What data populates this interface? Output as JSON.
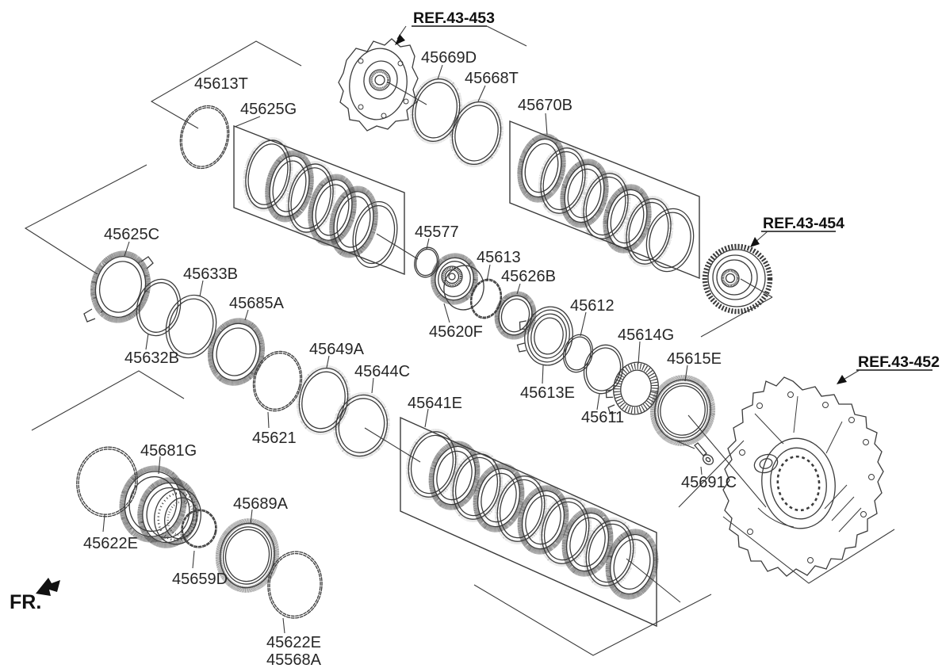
{
  "diagram": {
    "references": {
      "r453": "REF.43-453",
      "r454": "REF.43-454",
      "r452": "REF.43-452"
    },
    "labels": {
      "45613T": "45613T",
      "45625G": "45625G",
      "45669D": "45669D",
      "45668T": "45668T",
      "45670B": "45670B",
      "45625C": "45625C",
      "45632B": "45632B",
      "45633B": "45633B",
      "45685A": "45685A",
      "45577": "45577",
      "45613": "45613",
      "45626B": "45626B",
      "45620F": "45620F",
      "45612": "45612",
      "45614G": "45614G",
      "45615E": "45615E",
      "45613E": "45613E",
      "45611": "45611",
      "45649A": "45649A",
      "45644C": "45644C",
      "45621": "45621",
      "45641E": "45641E",
      "45691C": "45691C",
      "45681G": "45681G",
      "45622E": "45622E",
      "45659D": "45659D",
      "45689A": "45689A",
      "45568A": "45568A"
    },
    "fr": "FR."
  }
}
